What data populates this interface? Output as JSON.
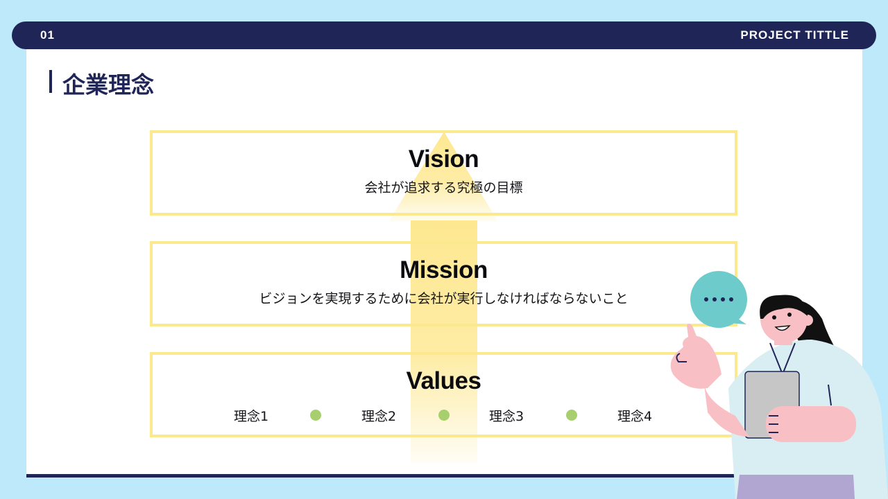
{
  "header": {
    "slide_number": "01",
    "project_title": "PROJECT TITTLE"
  },
  "page": {
    "heading": "企業理念"
  },
  "vision": {
    "title": "Vision",
    "description": "会社が追求する究極の目標"
  },
  "mission": {
    "title": "Mission",
    "description": "ビジョンを実現するために会社が実行しなければならないこと"
  },
  "values": {
    "title": "Values",
    "items": [
      "理念1",
      "理念2",
      "理念3",
      "理念4"
    ]
  },
  "colors": {
    "navy": "#1f2557",
    "sky_background": "#bde9fb",
    "box_border": "#fce98e",
    "arrow": "#fde47e",
    "dot": "#a8cf6e",
    "speech_bubble": "#6ecbcb"
  },
  "icons": {
    "speech_bubble": "speech-bubble-icon",
    "arrow": "up-arrow"
  }
}
